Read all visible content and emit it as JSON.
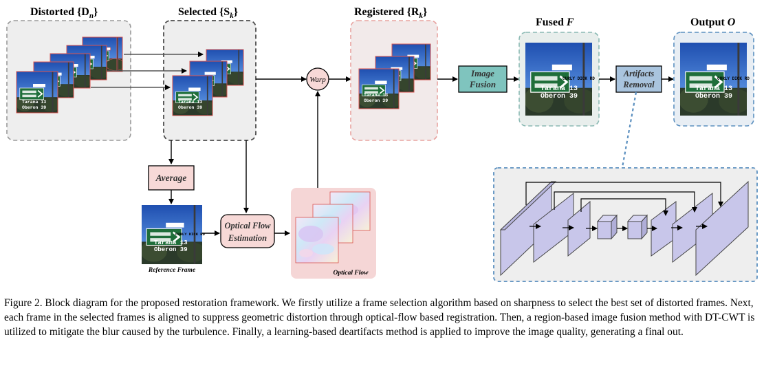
{
  "labels": {
    "distorted_name": "Distorted",
    "distorted_set": "{D",
    "distorted_sub": "n",
    "selected_name": "Selected",
    "selected_set": "{S",
    "selected_sub": "k",
    "registered_name": "Registered",
    "registered_set": "{R",
    "registered_sub": "k",
    "set_close": "}",
    "fused_name": "Fused",
    "fused_sym": "F",
    "output_name": "Output",
    "output_sym": "O"
  },
  "blocks": {
    "warp": "Warp",
    "image_fusion_1": "Image",
    "image_fusion_2": "Fusion",
    "artifacts_1": "Artifacts",
    "artifacts_2": "Removal",
    "average": "Average",
    "optical_flow_est_1": "Optical Flow",
    "optical_flow_est_2": "Estimation"
  },
  "captions": {
    "reference_frame": "Reference Frame",
    "optical_flow": "Optical Flow"
  },
  "sign_text": {
    "street": "CURLY DICK RD",
    "line1": "Tarana 13",
    "line2": "Oberon 39"
  },
  "colors": {
    "pink_fill": "#f7d9d7",
    "pink_border": "#c0504d",
    "teal_fill": "#7fc4be",
    "teal_border": "#2e6f6a",
    "blue_fill": "#a9c4de",
    "layer_fill": "#c8c6ea",
    "sign_green": "#1f6e3a"
  },
  "figure_caption": "Figure 2. Block diagram for the proposed restoration framework. We firstly utilize a frame selection algorithm based on sharpness to select the best set of distorted frames. Next, each frame in the selected frames is aligned to suppress geometric distortion through optical-flow based registration. Then, a region-based image fusion method with DT-CWT is utilized to mitigate the blur caused by the turbulence. Finally, a learning-based deartifacts method is applied to improve the image quality, generating a final out."
}
